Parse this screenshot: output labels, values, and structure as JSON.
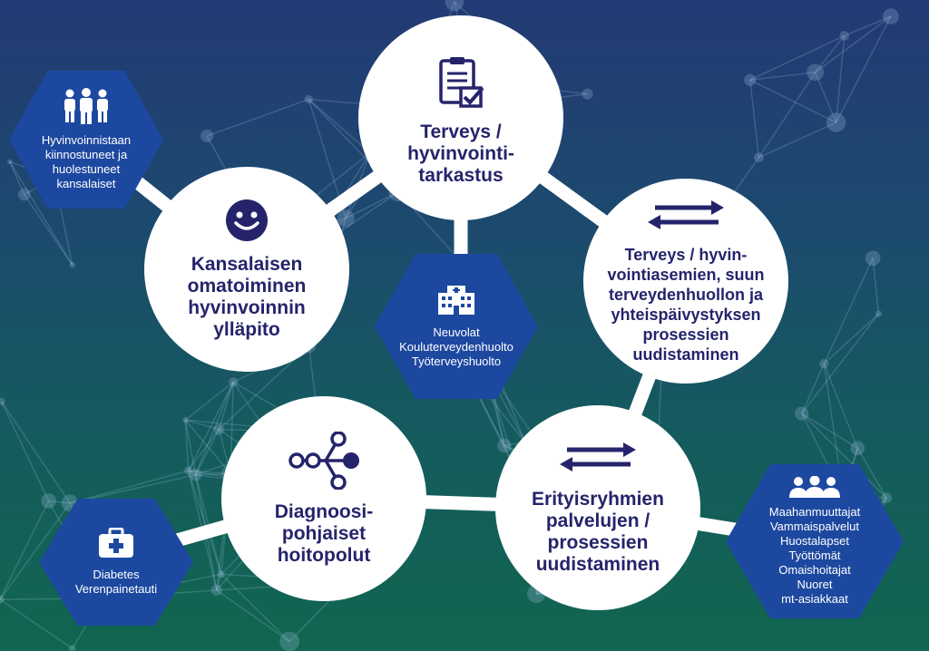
{
  "colors": {
    "circle_fill": "#ffffff",
    "circle_text": "#25246b",
    "hex_fill": "#1d48a0",
    "hex_text": "#ffffff",
    "connector": "#ffffff"
  },
  "circles": {
    "health_check": {
      "title": "Terveys /\nhyvinvointi-\ntarkastus",
      "icon": "clipboard-check-icon"
    },
    "self_care": {
      "title": "Kansalaisen\nomatoiminen\nhyvinvoinnin\nylläpito",
      "icon": "smiley-face-icon"
    },
    "station_renewal": {
      "title": "Terveys / hyvin-\nvointiasemien, suun\nterveydenhuollon ja\nyhteispäivystyksen\nprosessien\nuudistaminen",
      "icon": "exchange-arrows-icon"
    },
    "diagnosis_paths": {
      "title": "Diagnoosi-\npohjaiset\nhoitopolut",
      "icon": "network-nodes-icon"
    },
    "special_groups": {
      "title": "Erityisryhmien\npalvelujen /\nprosessien\nuudistaminen",
      "icon": "exchange-arrows-icon"
    }
  },
  "hexagons": {
    "citizens": {
      "lines": [
        "Hyvinvoinnistaan",
        "kiinnostuneet ja",
        "huolestuneet",
        "kansalaiset"
      ],
      "icon": "people-group-icon"
    },
    "clinics": {
      "lines": [
        "Neuvolat",
        "Kouluterveydenhuolto",
        "Työterveyshuolto"
      ],
      "icon": "building-icon"
    },
    "diseases": {
      "lines": [
        "Diabetes",
        "Verenpainetauti"
      ],
      "icon": "first-aid-kit-icon"
    },
    "groups": {
      "lines": [
        "Maahanmuuttajat",
        "Vammaispalvelut",
        "Huostalapset",
        "Työttömät",
        "Omaishoitajat",
        "Nuoret",
        "mt-asiakkaat"
      ],
      "icon": "people-group-icon"
    }
  }
}
